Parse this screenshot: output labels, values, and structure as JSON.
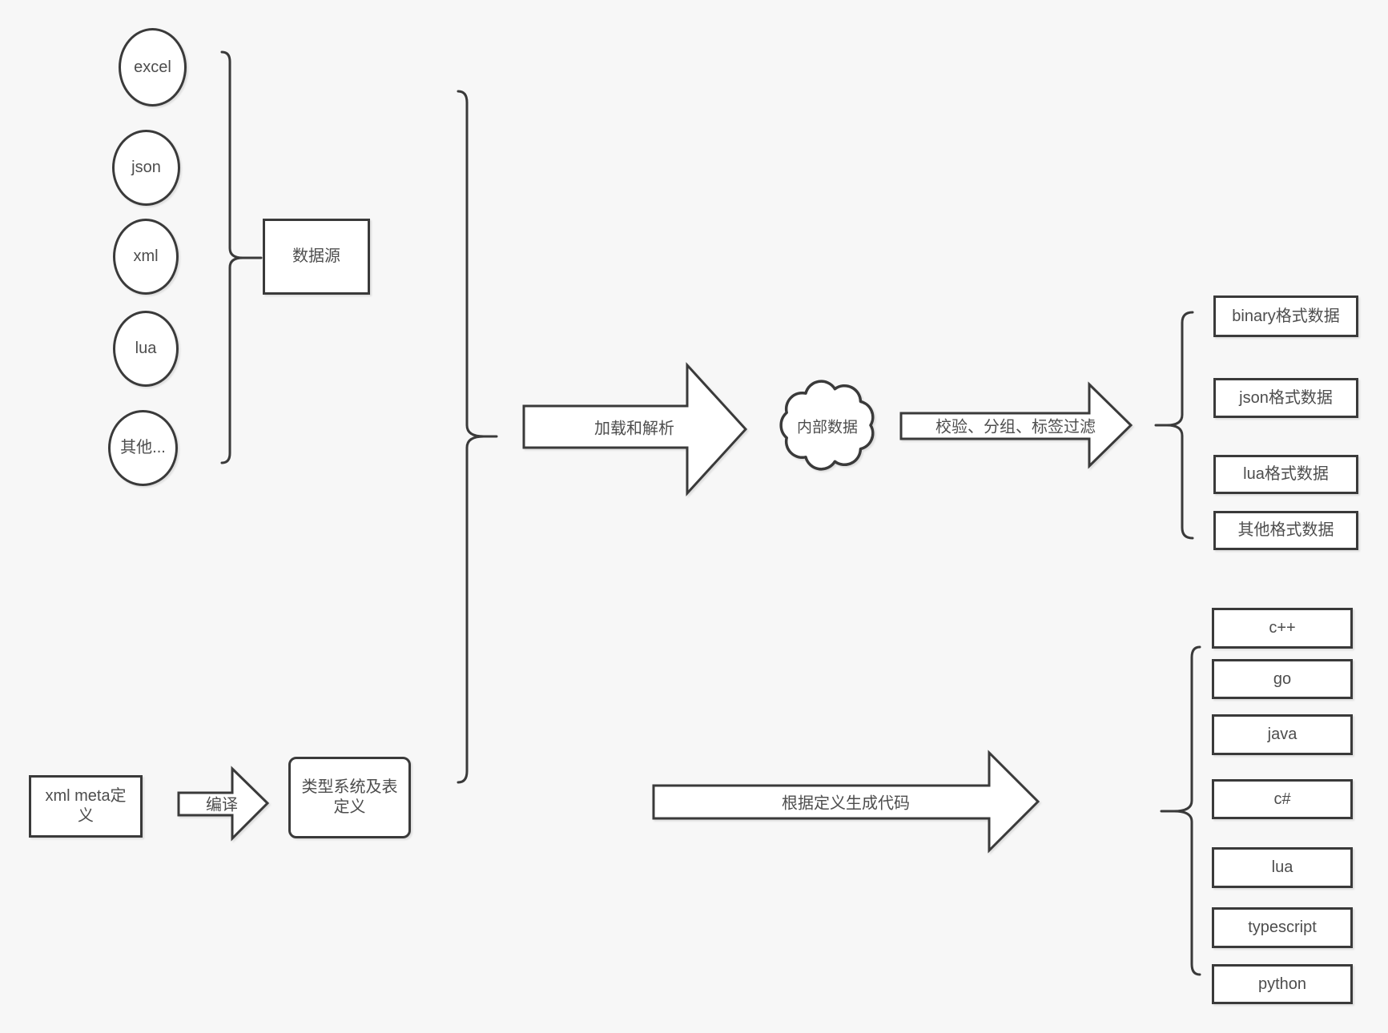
{
  "canvas": {
    "background": "#f7f7f7",
    "stroke": "#3a3a3a",
    "text_color": "#4d4d4d"
  },
  "sources": {
    "group_label": "数据源",
    "items": [
      "excel",
      "json",
      "xml",
      "lua",
      "其他..."
    ]
  },
  "pipeline": {
    "load_arrow_label": "加载和解析",
    "internal_data_label": "内部数据",
    "filter_arrow_label": "校验、分组、标签过滤"
  },
  "data_outputs": [
    "binary格式数据",
    "json格式数据",
    "lua格式数据",
    "其他格式数据"
  ],
  "definition": {
    "xml_meta_label": "xml meta定义",
    "compile_arrow_label": "编译",
    "type_system_label": "类型系统及表定义",
    "generate_arrow_label": "根据定义生成代码"
  },
  "code_outputs": [
    "c++",
    "go",
    "java",
    "c#",
    "lua",
    "typescript",
    "python"
  ]
}
